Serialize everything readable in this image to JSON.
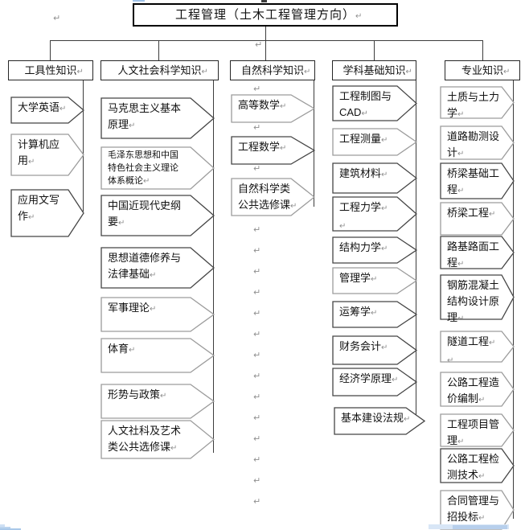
{
  "title": "工程管理（土木工程管理方向）",
  "return_mark": "↵",
  "columns": [
    {
      "header": "工具性知识",
      "items": [
        "大学英语",
        "计算机应用",
        "应用文写作"
      ]
    },
    {
      "header": "人文社会科学知识",
      "items": [
        "马克思主义基本原理",
        "毛泽东思想和中国特色社会主义理论体系概论",
        "中国近现代史纲要",
        "思想道德修养与法律基础",
        "军事理论",
        "体育",
        "形势与政策",
        "人文社科及艺术类公共选修课"
      ]
    },
    {
      "header": "自然科学知识",
      "items": [
        "高等数学",
        "工程数学",
        "自然科学类公共选修课"
      ]
    },
    {
      "header": "学科基础知识",
      "items": [
        "工程制图与CAD",
        "工程测量",
        "建筑材料",
        "工程力学",
        "结构力学",
        "管理学",
        "运筹学",
        "财务会计",
        "经济学原理",
        "基本建设法规"
      ]
    },
    {
      "header": "专业知识",
      "items": [
        "土质与土力学",
        "道路勘测设计",
        "桥梁基础工程",
        "桥梁工程",
        "路基路面工程",
        "钢筋混凝土结构设计原理",
        "隧道工程",
        "公路工程造价编制",
        "工程项目管理",
        "公路工程检测技术",
        "合同管理与招投标"
      ]
    }
  ],
  "colors": {
    "connector_line": "#3c3c3c",
    "shape_border": "#454545",
    "shape_border_light": "#9c9c9c",
    "paragraph_mark": "#8f8f8f",
    "scrollbar_light_blue": "#d8e6f6",
    "scrollbar_mid_blue": "#b7cfec"
  }
}
